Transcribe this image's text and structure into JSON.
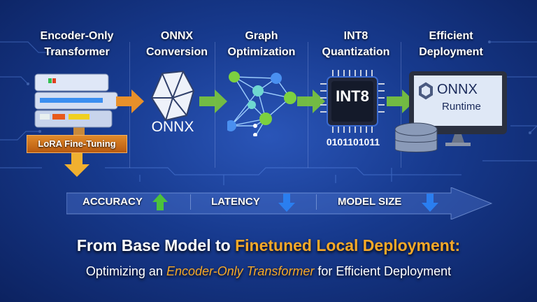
{
  "stages": [
    {
      "label": "Encoder-Only Transformer",
      "icon": "server-stack-icon"
    },
    {
      "label": "ONNX Conversion",
      "icon": "onnx-polyhedron-icon",
      "caption": "ONNX"
    },
    {
      "label": "Graph Optimization",
      "icon": "graph-network-icon"
    },
    {
      "label": "INT8 Quantization",
      "icon": "chip-icon",
      "chip_text": "INT8",
      "caption": "0101101011"
    },
    {
      "label": "Efficient Deployment",
      "icon": "monitor-database-icon",
      "screen_title": "ONNX",
      "screen_sub": "Runtime"
    }
  ],
  "lora_label": "LoRA Fine-Tuning",
  "metrics": [
    {
      "label": "ACCURACY",
      "direction": "up",
      "color": "#4cc23a"
    },
    {
      "label": "LATENCY",
      "direction": "down",
      "color": "#2a7ef0"
    },
    {
      "label": "MODEL SIZE",
      "direction": "down",
      "color": "#2a7ef0"
    }
  ],
  "title": {
    "plain": "From Base Model to ",
    "highlight": "Finetuned Local Deployment:"
  },
  "subtitle": {
    "pre": "Optimizing an ",
    "highlight": "Encoder-Only Transformer",
    "post": " for Efficient Deployment"
  },
  "colors": {
    "accent": "#f7a928",
    "bg": "#173a8e"
  }
}
